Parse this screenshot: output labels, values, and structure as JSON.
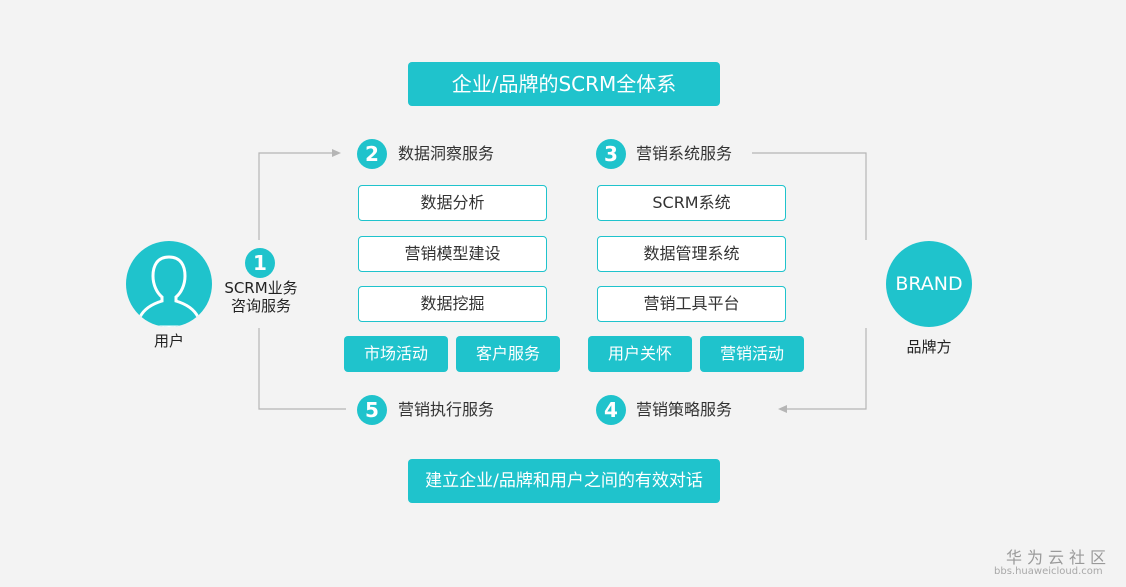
{
  "title": "企业/品牌的SCRM全体系",
  "user": {
    "label": "用户",
    "icon": "user-silhouette-icon"
  },
  "brand": {
    "circle_text": "BRAND",
    "label": "品牌方"
  },
  "consult": {
    "number": "1",
    "line1": "SCRM业务",
    "line2": "咨询服务"
  },
  "services": {
    "data_insight": {
      "number": "2",
      "label": "数据洞察服务",
      "items": [
        "数据分析",
        "营销模型建设",
        "数据挖掘"
      ]
    },
    "marketing_system": {
      "number": "3",
      "label": "营销系统服务",
      "items": [
        "SCRM系统",
        "数据管理系统",
        "营销工具平台"
      ]
    },
    "marketing_strategy": {
      "number": "4",
      "label": "营销策略服务"
    },
    "marketing_execution": {
      "number": "5",
      "label": "营销执行服务"
    }
  },
  "actions": [
    "市场活动",
    "客户服务",
    "用户关怀",
    "营销活动"
  ],
  "bottom": "建立企业/品牌和用户之间的有效对话",
  "watermark": {
    "main": "华为云社区",
    "sub": "bbs.huaweicloud.com"
  },
  "colors": {
    "accent": "#1fc3cc",
    "line": "#b5b5b5",
    "background": "#f3f3f3"
  }
}
